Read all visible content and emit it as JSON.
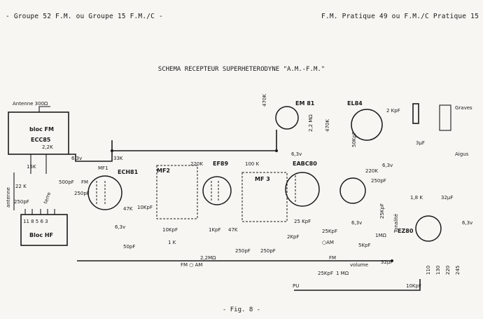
{
  "header": {
    "left": "- Groupe 52 F.M.  ou  Groupe 15 F.M./C -",
    "right": "F.M. Pratique 49  ou  F.M./C Pratique 15"
  },
  "title": "SCHEMA RECEPTEUR SUPERHETERODYNE \"A.M.-F.M.\"",
  "footer": "- Fig. 8 -",
  "blocks": {
    "bloc_fm_line1": "bloc FM",
    "bloc_fm_line2": "ECC85",
    "bloc_hf_pins": "11 8  5 6 3",
    "bloc_hf": "Bloc HF",
    "antenna_300": "Antenne 300Ω",
    "antenne": "antenne",
    "terre": "terre"
  },
  "tubes": {
    "ech81": "ECH81",
    "ef89": "EF89",
    "eabc80": "EABC80",
    "el84": "EL84",
    "em81": "EM 81",
    "ez80": "EZ80",
    "mf1": "MF1",
    "mf2": "MF2",
    "mf3": "MF 3"
  },
  "labels": {
    "v63_a": "6,3v",
    "v63_b": "6,3v",
    "v63_c": "6,3v",
    "v63_d": "6,3v",
    "v63_e": "6,3v",
    "v63_f": "6,3v",
    "k15": "15K",
    "k22": "2,2K",
    "k33": "33K",
    "k22b": "22 K",
    "pf250a": "250pF",
    "pf500": "500pF",
    "pf250b": "250pF",
    "fm1": "FM",
    "k47": "47K",
    "k10pf": "10KpF",
    "pf50": "50pF",
    "k100": "100 K",
    "k220": "220K",
    "k220b": "220K",
    "pf25k": "25KpF",
    "k470": "470K",
    "k470b": "470K",
    "m22": "2,2MΩ",
    "m22b": "2,2 MΩ",
    "kpf2": "2 KpF",
    "kpf50": "50KpF",
    "kpf25": "25KpF",
    "kpf5": "5KpF",
    "m1": "1MΩ",
    "m1b": "1 MΩ",
    "kpf1": "1KpF",
    "volume": "volume",
    "tonalite": "Tonalité",
    "graves": "Graves",
    "aigus": "Aigus",
    "k18": "1,8 K",
    "mf32a": "32μF",
    "mf32b": "32μF",
    "pf3": "3μF",
    "pu": "PU",
    "fm_am": "FM  ○ AM",
    "am": "○AM",
    "fm2": "FM",
    "k10pfb": "10KpF",
    "v110": "110",
    "v130": "130",
    "v220": "220",
    "v245": "245",
    "pf250c": "250pF",
    "pf250d": "250pF",
    "k1": "1 K",
    "k47b": "47K",
    "pf2": "2KpF",
    "k25": "25 KpF"
  }
}
